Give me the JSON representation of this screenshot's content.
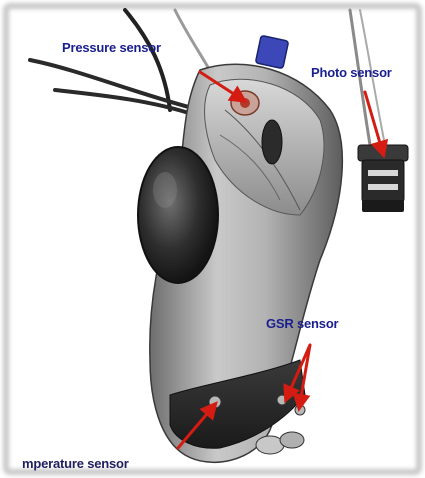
{
  "labels": {
    "pressure": "Pressure sensor",
    "photo": "Photo sensor",
    "gsr": "GSR sensor",
    "temperature": "mperature sensor"
  },
  "colors": {
    "label_text": "#1a1f8f",
    "pointer_arrows": "#d41c12",
    "frame_shadow": "#c8c8c8"
  }
}
